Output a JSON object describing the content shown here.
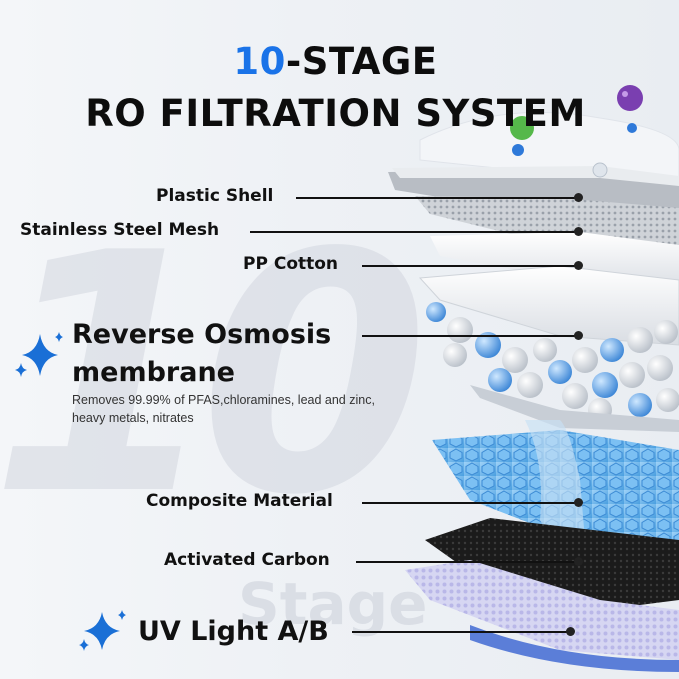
{
  "background": {
    "number_text": "10",
    "stage_text": "Stage"
  },
  "title": {
    "accent": "10",
    "line1_rest": "-STAGE",
    "line2": "RO FILTRATION SYSTEM"
  },
  "colors": {
    "accent": "#1a73e8",
    "text": "#111111",
    "sparkle": "#1a6fd6"
  },
  "layers": [
    {
      "label": "Plastic Shell"
    },
    {
      "label": "Stainless Steel Mesh"
    },
    {
      "label": "PP Cotton"
    },
    {
      "label": "Reverse Osmosis",
      "label2": "membrane",
      "description": "Removes 99.99% of PFAS,chloramines, lead and zinc, heavy metals, nitrates"
    },
    {
      "label": "Composite Material"
    },
    {
      "label": "Activated Carbon"
    },
    {
      "label": "UV Light A/B"
    }
  ],
  "icons": [
    "sparkle-icon",
    "virus-icon"
  ]
}
